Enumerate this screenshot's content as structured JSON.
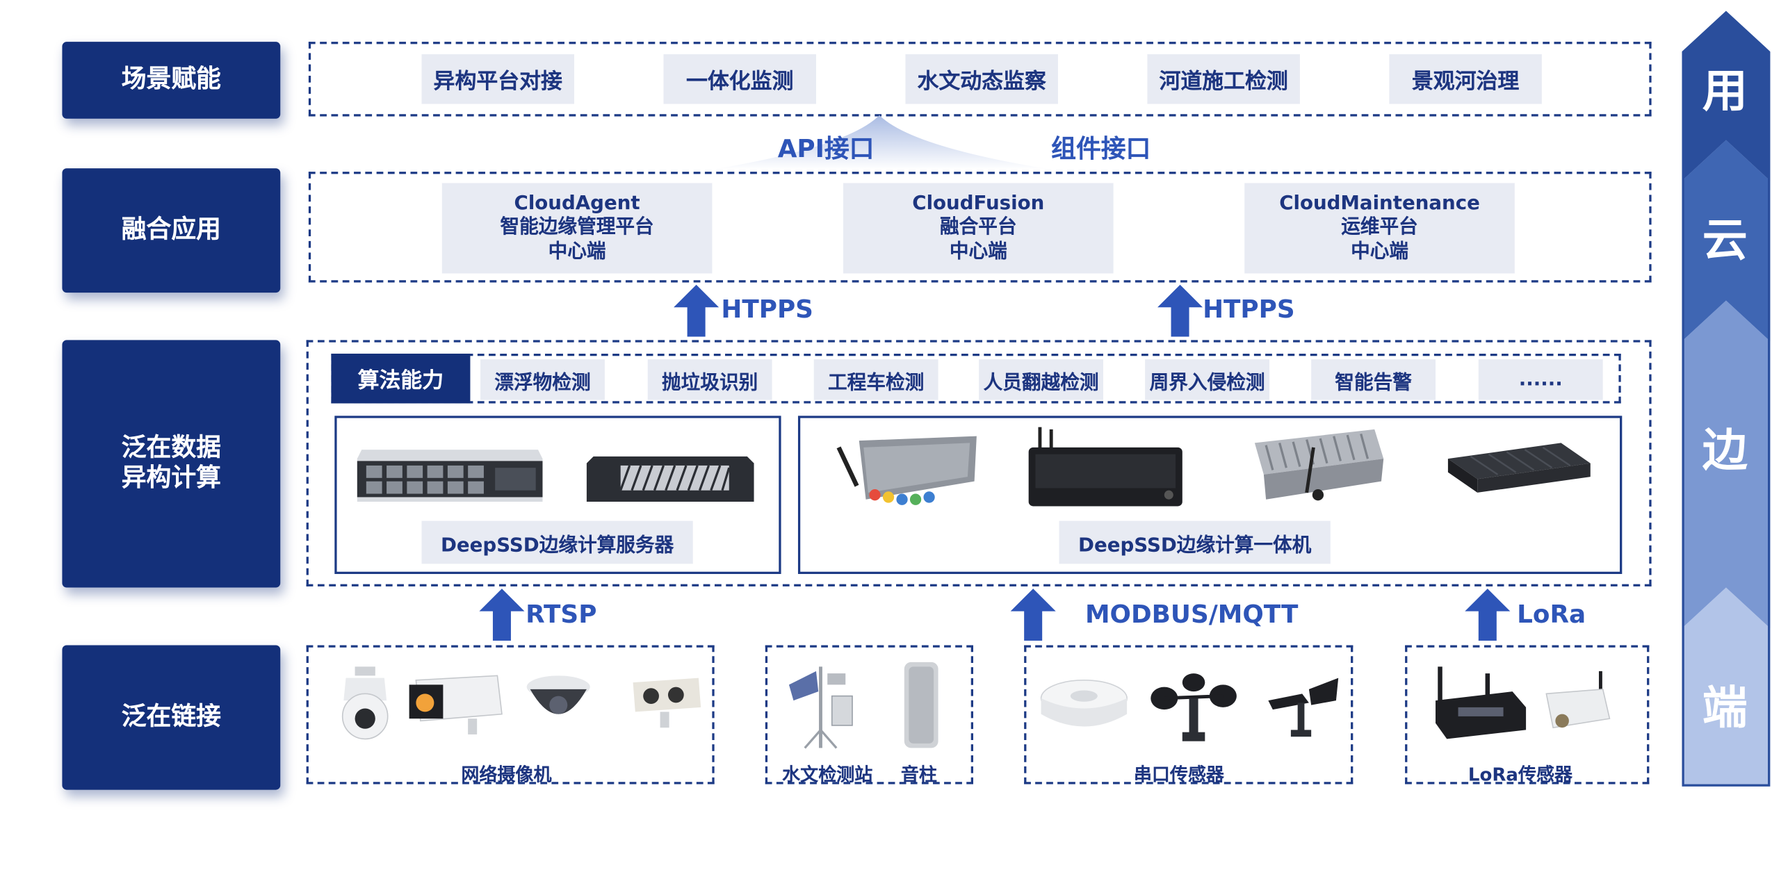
{
  "layers": {
    "scene": "场景赋能",
    "fusion": "融合应用",
    "compute": "泛在数据\n异构计算",
    "connect": "泛在链接"
  },
  "scene_items": [
    "异构平台对接",
    "一体化监测",
    "水文动态监察",
    "河道施工检测",
    "景观河治理"
  ],
  "interfaces": {
    "api": "API接口",
    "component": "组件接口"
  },
  "platforms": [
    {
      "line1": "CloudAgent",
      "line2": "智能边缘管理平台",
      "line3": "中心端"
    },
    {
      "line1": "CloudFusion",
      "line2": "融合平台",
      "line3": "中心端"
    },
    {
      "line1": "CloudMaintenance",
      "line2": "运维平台",
      "line3": "中心端"
    }
  ],
  "protocols": {
    "https_left": "HTPPS",
    "https_right": "HTPPS",
    "rtsp": "RTSP",
    "modbus": "MODBUS/MQTT",
    "lora": "LoRa"
  },
  "algorithms": {
    "header": "算法能力",
    "items": [
      "漂浮物检测",
      "抛垃圾识别",
      "工程车检测",
      "人员翻越检测",
      "周界入侵检测",
      "智能告警",
      "......"
    ]
  },
  "compute_devices": {
    "server": "DeepSSD边缘计算服务器",
    "aio": "DeepSSD边缘计算一体机"
  },
  "endpoints": {
    "camera": "网络摄像机",
    "hydro": "水文检测站",
    "speaker": "音柱",
    "serial": "串口传感器",
    "lora": "LoRa传感器"
  },
  "side_bar": {
    "use": "用",
    "cloud": "云",
    "edge": "边",
    "end": "端"
  },
  "colors": {
    "navy": "#14307a",
    "chip_bg": "#e8ebf3",
    "protocol_blue": "#2e55b8",
    "side_dark": "#2a4e9c",
    "side_light": "#9fb5e0"
  }
}
